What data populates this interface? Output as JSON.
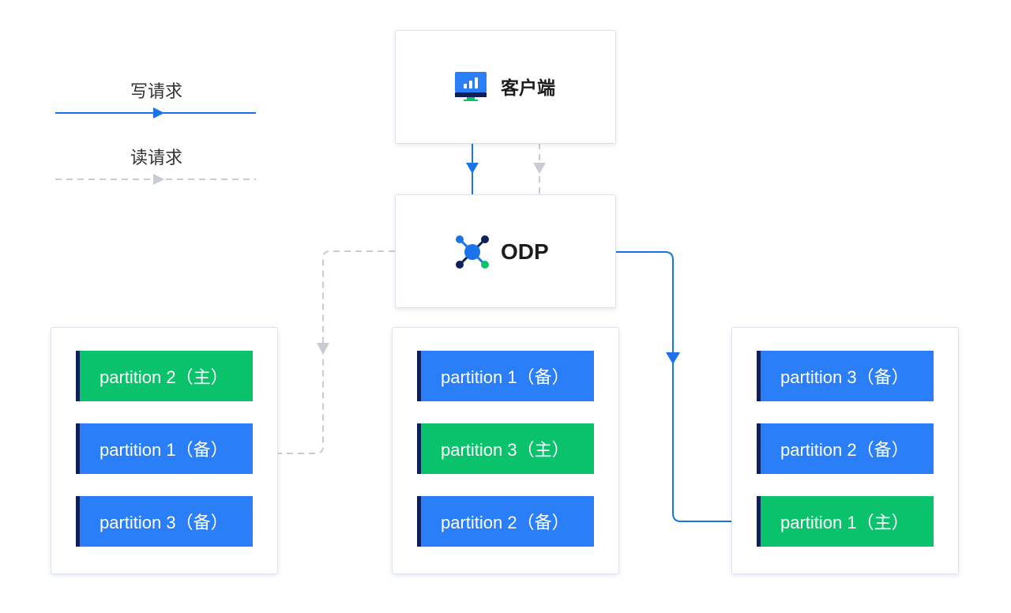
{
  "legend": {
    "write_label": "写请求",
    "read_label": "读请求"
  },
  "client": {
    "label": "客户端",
    "icon": "monitor-icon"
  },
  "odp": {
    "label": "ODP",
    "icon": "network-hub-icon"
  },
  "colors": {
    "write_line": "#1a73e8",
    "read_line": "#c8ccd2",
    "primary": "#0bc26c",
    "replica": "#2a7ef7",
    "marker": "#0e1f5a"
  },
  "servers": [
    {
      "partitions": [
        {
          "label": "partition 2（主）",
          "role": "primary"
        },
        {
          "label": "partition 1（备）",
          "role": "replica"
        },
        {
          "label": "partition 3（备）",
          "role": "replica"
        }
      ]
    },
    {
      "partitions": [
        {
          "label": "partition 1（备）",
          "role": "replica"
        },
        {
          "label": "partition 3（主）",
          "role": "primary"
        },
        {
          "label": "partition 2（备）",
          "role": "replica"
        }
      ]
    },
    {
      "partitions": [
        {
          "label": "partition 3（备）",
          "role": "replica"
        },
        {
          "label": "partition 2（备）",
          "role": "replica"
        },
        {
          "label": "partition 1（主）",
          "role": "primary"
        }
      ]
    }
  ]
}
